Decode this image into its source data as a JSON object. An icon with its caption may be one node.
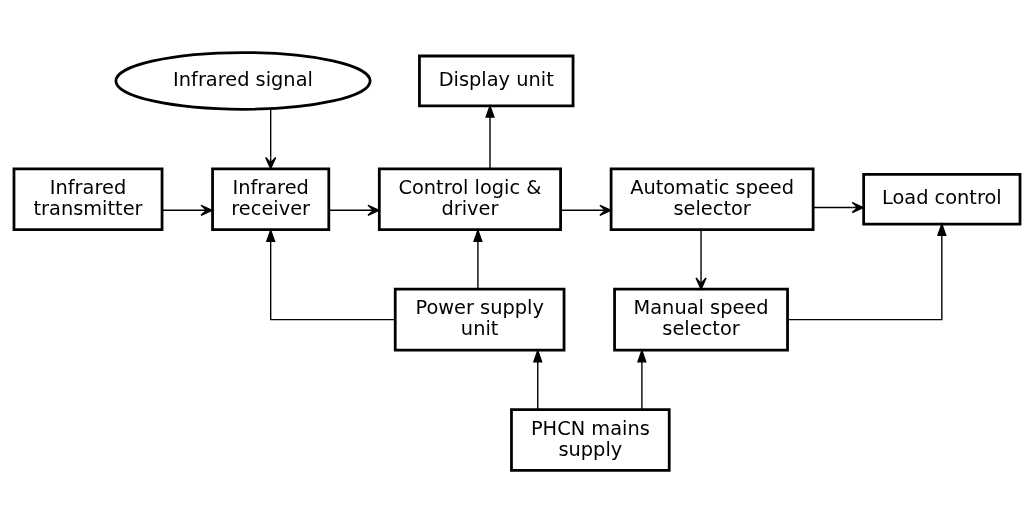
{
  "diagram": {
    "nodes": [
      {
        "text": [
          "Infrared signal"
        ]
      },
      {
        "text": [
          "Display unit"
        ]
      },
      {
        "text": [
          "Infrared transmitter"
        ]
      },
      {
        "text": [
          "Infrared receiver"
        ]
      },
      {
        "text": [
          "Control logic & driver"
        ]
      },
      {
        "text": [
          "Automatic speed selector"
        ]
      },
      {
        "text": [
          "Load control"
        ]
      },
      {
        "text": [
          "Power supply unit"
        ]
      },
      {
        "text": [
          "Manual speed selector"
        ]
      },
      {
        "text": [
          "PHCN mains supply"
        ]
      }
    ],
    "edges": [
      {
        "from": 0,
        "to": 3,
        "arrow": "to"
      },
      {
        "from": 2,
        "to": 3,
        "arrow": "to"
      },
      {
        "from": 3,
        "to": 4,
        "arrow": "to"
      },
      {
        "from": 4,
        "to": 1,
        "arrow": "to"
      },
      {
        "from": 4,
        "to": 5,
        "arrow": "to"
      },
      {
        "from": 5,
        "to": 6,
        "arrow": "to"
      },
      {
        "from": 5,
        "to": 8,
        "arrow": "to"
      },
      {
        "from": 8,
        "to": 6,
        "arrow": "to"
      },
      {
        "from": 7,
        "to": 3,
        "arrow": "to"
      },
      {
        "from": 7,
        "to": 4,
        "arrow": "to"
      },
      {
        "from": 9,
        "to": 7,
        "arrow": "to"
      },
      {
        "from": 9,
        "to": 8,
        "arrow": "to"
      }
    ]
  }
}
